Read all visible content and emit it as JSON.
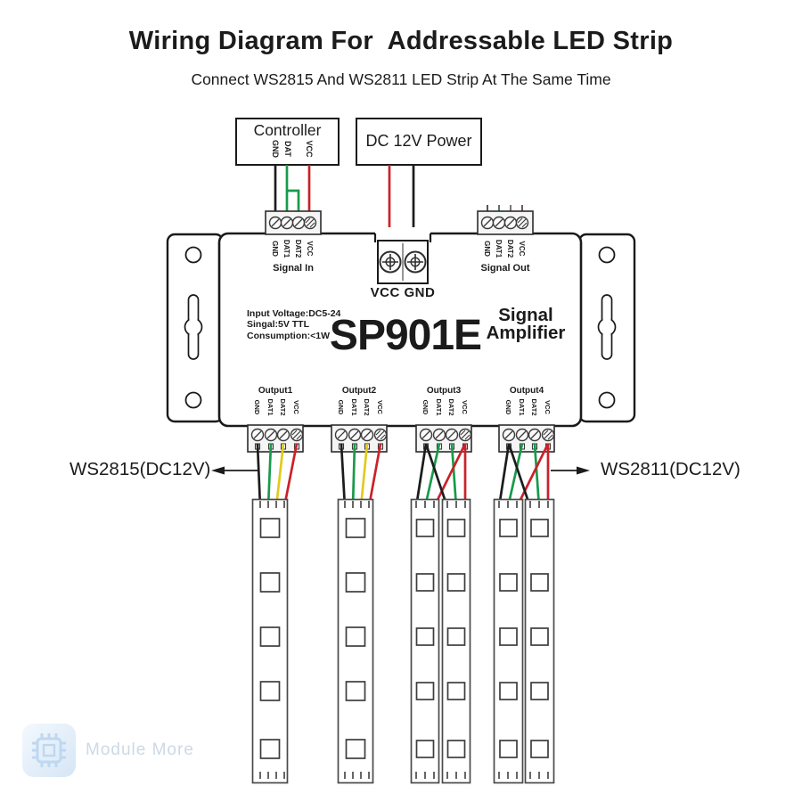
{
  "title": "Wiring Diagram For  Addressable LED Strip",
  "subtitle": "Connect WS2815 And WS2811 LED Strip At The Same Time",
  "controller": {
    "label": "Controller",
    "pins": [
      "GND",
      "DAT",
      "VCC"
    ]
  },
  "power": {
    "label": "DC 12V Power"
  },
  "amplifier": {
    "model": "SP901E",
    "name_line1": "Signal",
    "name_line2": "Amplifier",
    "specs": [
      "Input Voltage:DC5-24",
      "Singal:5V TTL",
      "Consumption:<1W"
    ],
    "signal_in": {
      "label": "Signal In",
      "pins": [
        "GND",
        "DAT1",
        "DAT2",
        "VCC"
      ]
    },
    "signal_out": {
      "label": "Signal Out",
      "pins": [
        "GND",
        "DAT1",
        "DAT2",
        "VCC"
      ]
    },
    "power_terminal": {
      "label": "VCC GND"
    },
    "outputs": [
      {
        "label": "Output1",
        "pins": [
          "GND",
          "DAT1",
          "DAT2",
          "VCC"
        ]
      },
      {
        "label": "Output2",
        "pins": [
          "GND",
          "DAT1",
          "DAT2",
          "VCC"
        ]
      },
      {
        "label": "Output3",
        "pins": [
          "GND",
          "DAT1",
          "DAT2",
          "VCC"
        ]
      },
      {
        "label": "Output4",
        "pins": [
          "GND",
          "DAT1",
          "DAT2",
          "VCC"
        ]
      }
    ]
  },
  "strip_labels": {
    "left": "WS2815(DC12V)",
    "right": "WS2811(DC12V)"
  },
  "watermark": {
    "text": "Module More"
  },
  "colors": {
    "wire_black": "#1c1c1c",
    "wire_green": "#189a4a",
    "wire_red": "#cb2128",
    "wire_yellow": "#e2ca1c",
    "outline": "#1a1a1a",
    "watermark_blue": "#bed8f1"
  }
}
